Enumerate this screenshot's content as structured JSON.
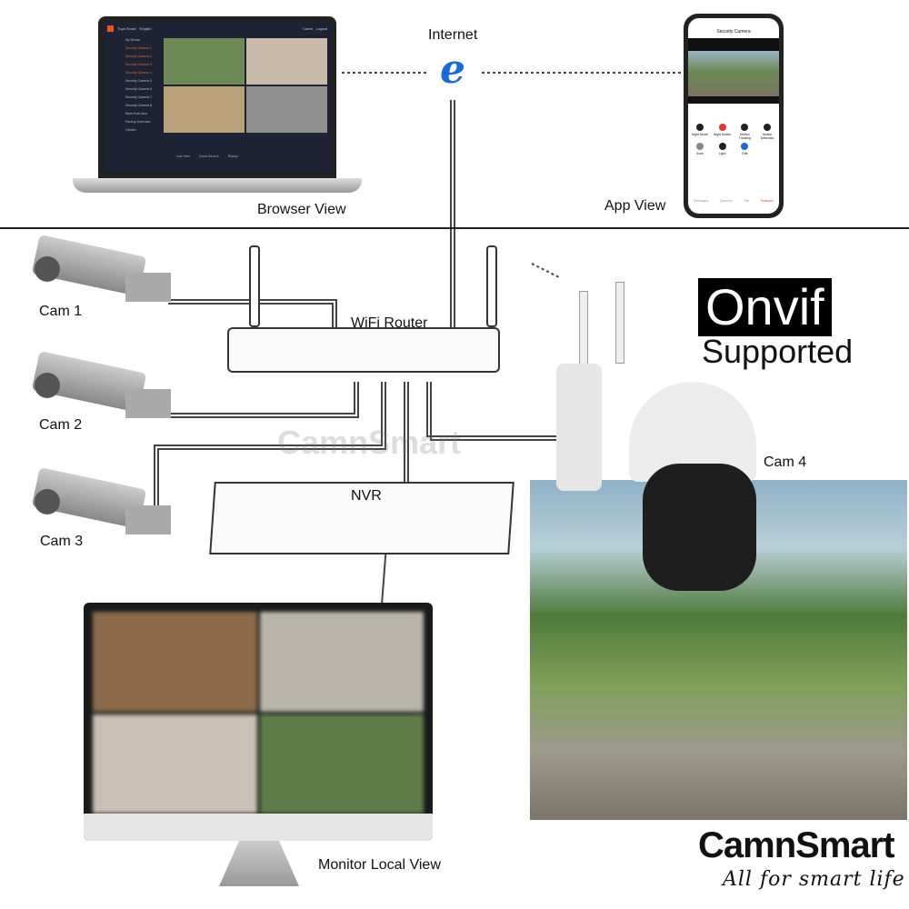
{
  "labels": {
    "internet": "Internet",
    "browser_view": "Browser View",
    "app_view": "App View",
    "cam1": "Cam 1",
    "cam2": "Cam 2",
    "cam3": "Cam 3",
    "cam4": "Cam 4",
    "router": "WiFi Router",
    "nvr": "NVR",
    "monitor": "Monitor Local View"
  },
  "badge": {
    "onvif": "Onvif",
    "supported": "Supported"
  },
  "brand": {
    "name": "CamnSmart",
    "slogan": "All for smart life",
    "watermark": "CamnSmart"
  },
  "browser": {
    "app": "Tuya Smart",
    "language": "English",
    "user": "Camn",
    "logout": "Logout",
    "device_header": "My Device",
    "devices": [
      "Security Camera 1",
      "Security Camera 2",
      "Security Camera 3",
      "Security Camera 4",
      "Security Camera 5",
      "Security Camera 6",
      "Security Camera 7",
      "Security Camera 8",
      "Store front door",
      "Factory front door",
      "Garden"
    ],
    "tabs": [
      "Live View",
      "Cloud Service",
      "Replay"
    ]
  },
  "phone": {
    "title": "Security Camera",
    "features": [
      "Night Mode",
      "Night Switch",
      "Motion Tracking",
      "Motion Detection",
      "Scan",
      "Light",
      "Edit"
    ],
    "nav": [
      "Messages",
      "Question",
      "Site",
      "Features"
    ]
  },
  "colors": {
    "accent": "#e8552b",
    "ie_blue": "#1a6bd6"
  }
}
